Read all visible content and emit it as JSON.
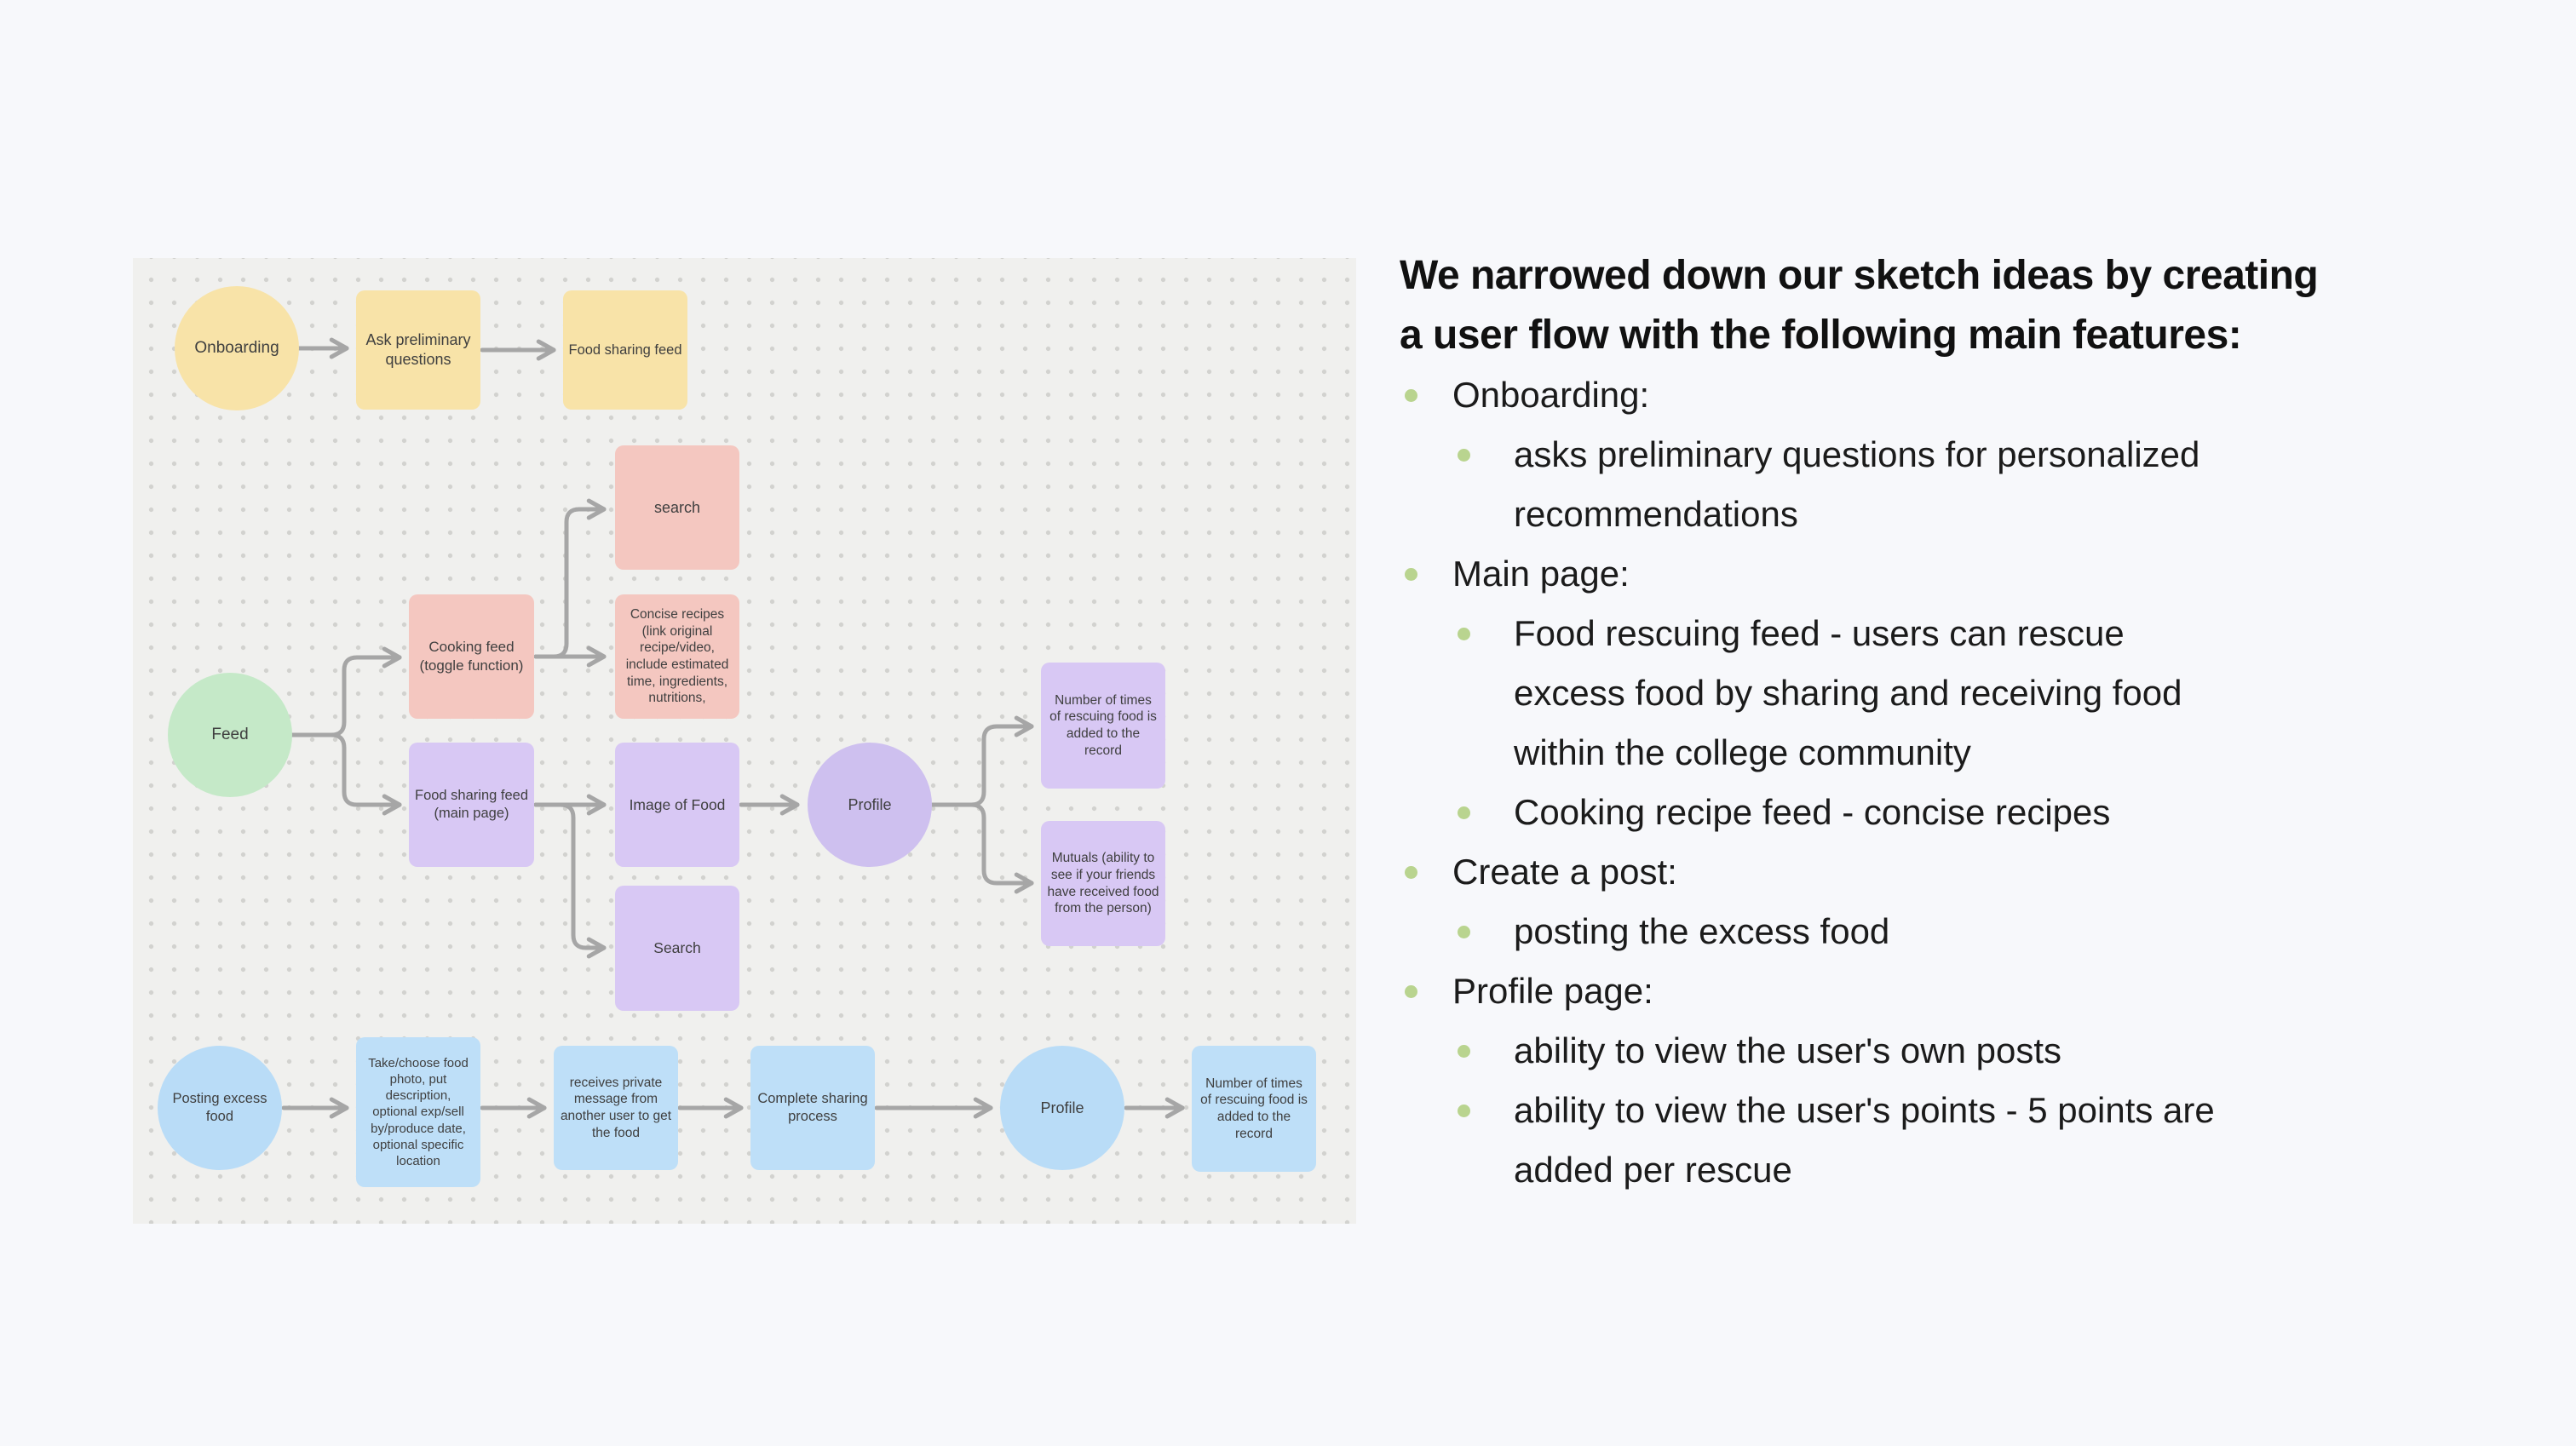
{
  "panel": {
    "heading": "We narrowed down our sketch ideas by creating\na user flow with the following main features:",
    "bullet_color": "#b9d48f",
    "text_color": "#1b1b1b",
    "features": [
      {
        "label": "Onboarding:",
        "items": [
          "asks preliminary questions for personalized\nrecommendations"
        ]
      },
      {
        "label": "Main page:",
        "items": [
          "Food rescuing feed - users can rescue\nexcess food by sharing and receiving food\nwithin the college community",
          "Cooking recipe feed - concise recipes"
        ]
      },
      {
        "label": "Create a post:",
        "items": [
          "posting the excess food"
        ]
      },
      {
        "label": "Profile page:",
        "items": [
          "ability to view the user's own posts",
          "ability to view the user's points - 5 points are\nadded per rescue"
        ]
      }
    ]
  },
  "flowchart": {
    "palette": {
      "canvas_background": "#f0f0ee",
      "dot_grid": "#d2d2cf",
      "arrow": "#a6a6a6",
      "yellow": "#f8e3a8",
      "pink": "#f4c7c0",
      "green": "#c5e9c8",
      "purple": "#d8c8f4",
      "purple_circle": "#cec0ef",
      "blue": "#bedff8",
      "node_text": "#3f3f3f"
    },
    "nodes": [
      {
        "id": "onboarding",
        "shape": "circle",
        "color": "yellow",
        "label": "Onboarding"
      },
      {
        "id": "ask-preliminary",
        "shape": "square",
        "color": "yellow",
        "label": "Ask preliminary\nquestions"
      },
      {
        "id": "food-sharing-top",
        "shape": "square",
        "color": "yellow",
        "label": "Food sharing feed"
      },
      {
        "id": "cooking-feed",
        "shape": "square",
        "color": "pink",
        "label": "Cooking feed\n(toggle function)"
      },
      {
        "id": "search-cooking",
        "shape": "square",
        "color": "pink",
        "label": "search"
      },
      {
        "id": "concise-recipes",
        "shape": "square",
        "color": "pink",
        "label": "Concise recipes\n(link original\nrecipe/video,\ninclude estimated\ntime, ingredients,\nnutritions,"
      },
      {
        "id": "feed",
        "shape": "circle",
        "color": "green",
        "label": "Feed"
      },
      {
        "id": "food-sharing-main",
        "shape": "square",
        "color": "purple",
        "label": "Food sharing feed\n(main page)"
      },
      {
        "id": "image-of-food",
        "shape": "square",
        "color": "purple",
        "label": "Image of Food"
      },
      {
        "id": "profile-main",
        "shape": "circle",
        "color": "purple",
        "label": "Profile"
      },
      {
        "id": "rescue-record-main",
        "shape": "square",
        "color": "purple",
        "label": "Number of times\nof rescuing food is\nadded to the\nrecord"
      },
      {
        "id": "mutuals",
        "shape": "square",
        "color": "purple",
        "label": "Mutuals (ability to\nsee if your friends\nhave received food\nfrom the person)"
      },
      {
        "id": "search-main",
        "shape": "square",
        "color": "purple",
        "label": "Search"
      },
      {
        "id": "posting-excess-food",
        "shape": "circle",
        "color": "blue",
        "label": "Posting excess\nfood"
      },
      {
        "id": "take-photo",
        "shape": "square",
        "color": "blue",
        "label": "Take/choose food\nphoto, put\ndescription,\noptional exp/sell\nby/produce date,\noptional specific\nlocation"
      },
      {
        "id": "private-message",
        "shape": "square",
        "color": "blue",
        "label": "receives private\nmessage from\nanother user to get\nthe food"
      },
      {
        "id": "complete-sharing",
        "shape": "square",
        "color": "blue",
        "label": "Complete sharing\nprocess"
      },
      {
        "id": "profile-post",
        "shape": "circle",
        "color": "blue",
        "label": "Profile"
      },
      {
        "id": "rescue-record-post",
        "shape": "square",
        "color": "blue",
        "label": "Number of times\nof rescuing food is\nadded to the\nrecord"
      }
    ],
    "edges": [
      {
        "from": "onboarding",
        "to": "ask-preliminary"
      },
      {
        "from": "ask-preliminary",
        "to": "food-sharing-top"
      },
      {
        "from": "feed",
        "to": "cooking-feed"
      },
      {
        "from": "feed",
        "to": "food-sharing-main"
      },
      {
        "from": "cooking-feed",
        "to": "search-cooking"
      },
      {
        "from": "cooking-feed",
        "to": "concise-recipes"
      },
      {
        "from": "food-sharing-main",
        "to": "image-of-food"
      },
      {
        "from": "food-sharing-main",
        "to": "search-main"
      },
      {
        "from": "image-of-food",
        "to": "profile-main"
      },
      {
        "from": "profile-main",
        "to": "rescue-record-main"
      },
      {
        "from": "profile-main",
        "to": "mutuals"
      },
      {
        "from": "posting-excess-food",
        "to": "take-photo"
      },
      {
        "from": "take-photo",
        "to": "private-message"
      },
      {
        "from": "private-message",
        "to": "complete-sharing"
      },
      {
        "from": "complete-sharing",
        "to": "profile-post"
      },
      {
        "from": "profile-post",
        "to": "rescue-record-post"
      }
    ]
  }
}
